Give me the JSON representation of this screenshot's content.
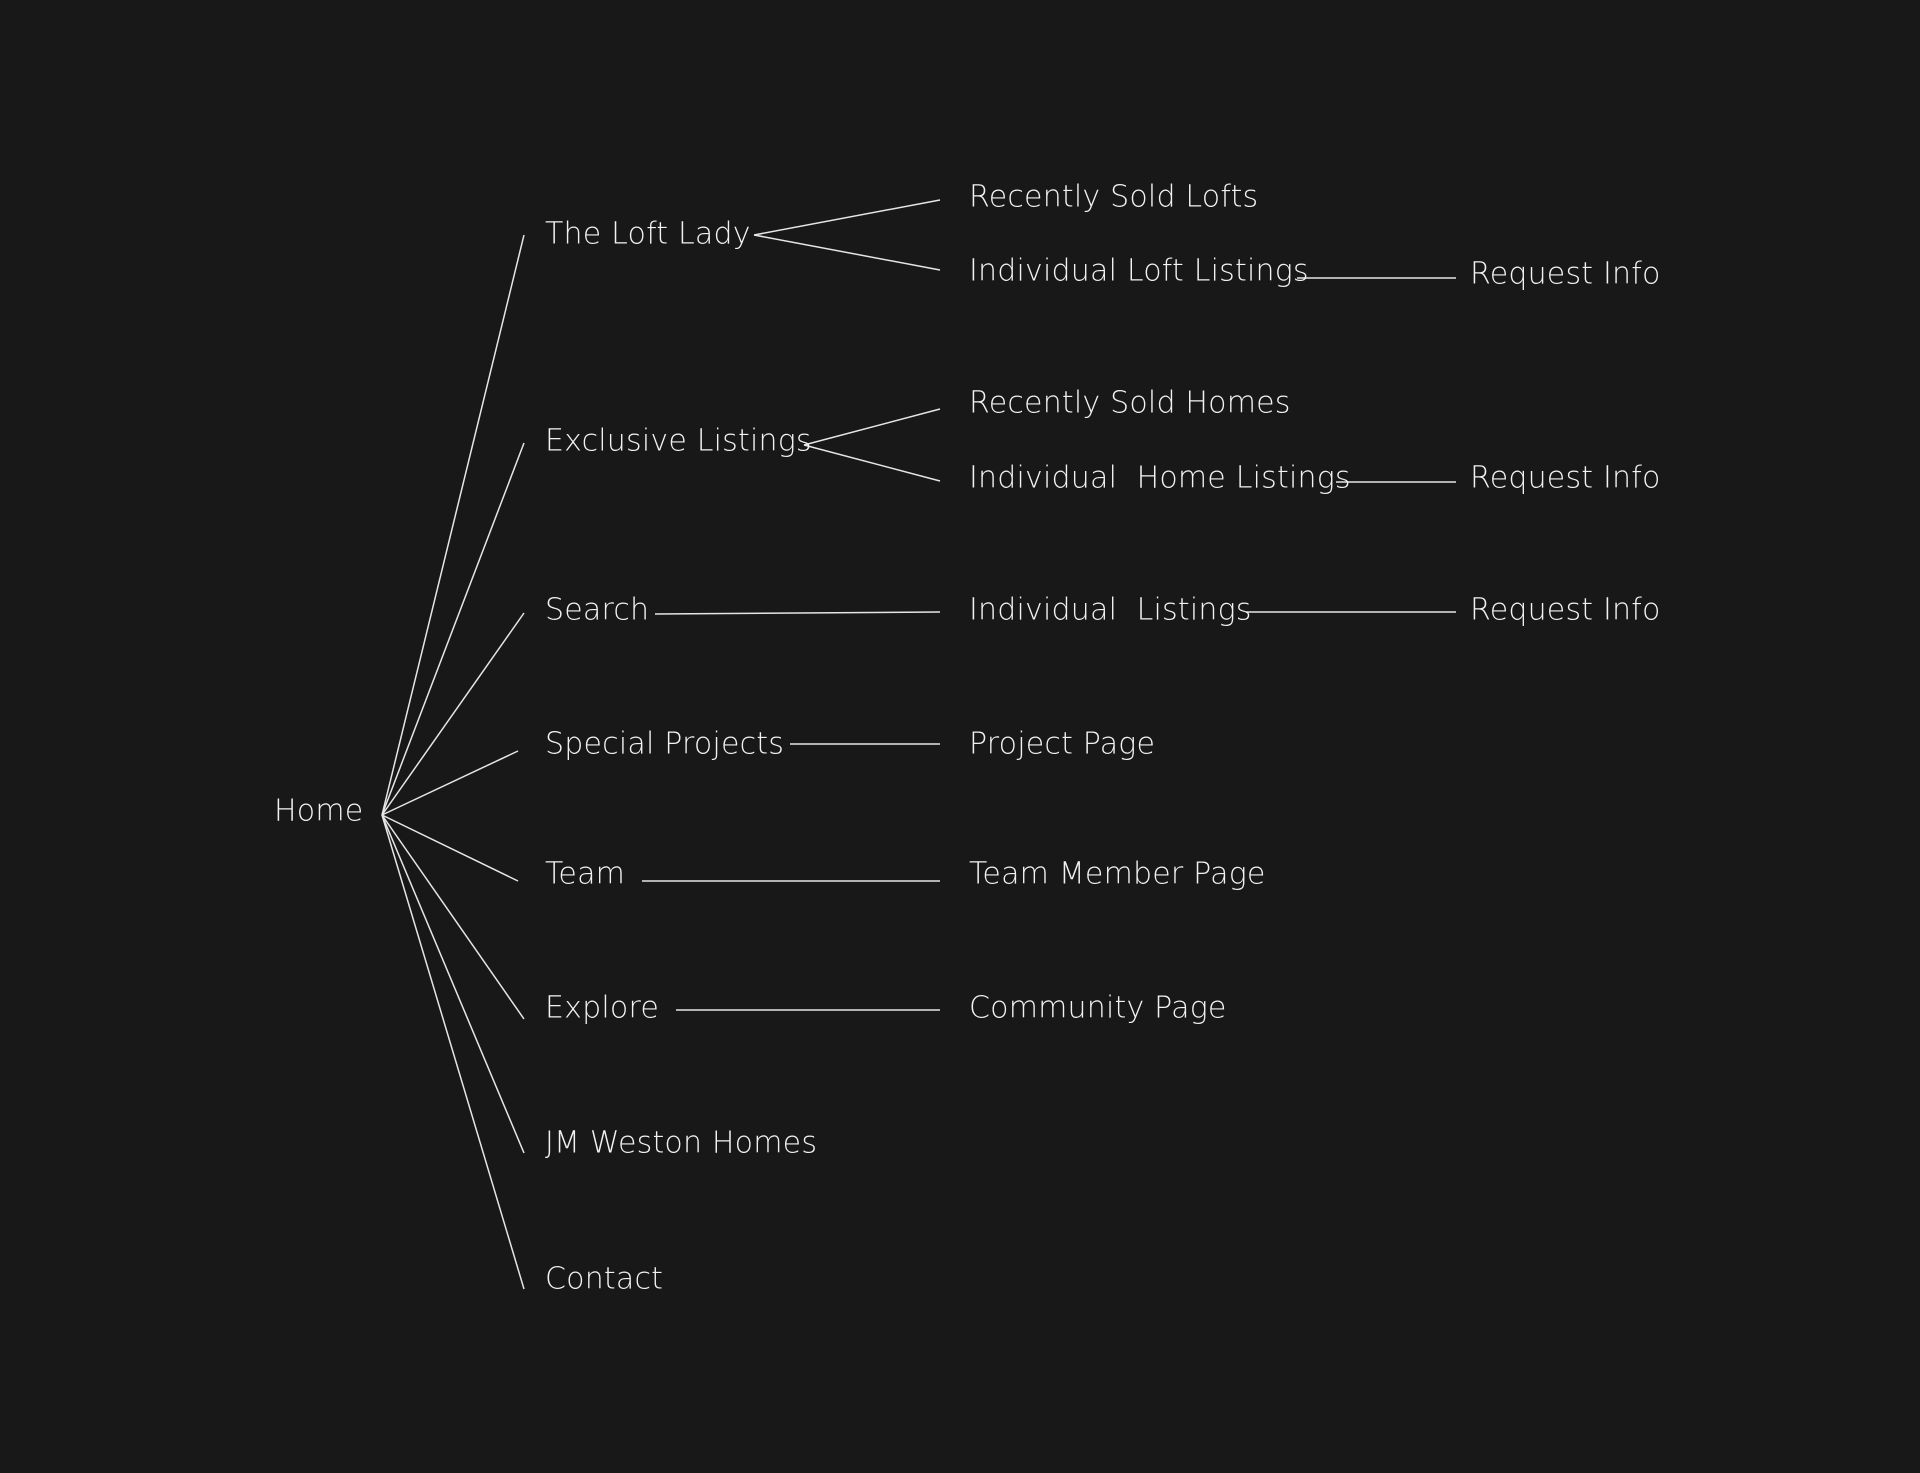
{
  "sitemap": {
    "root": "Home",
    "sections": {
      "loft_lady": {
        "label": "The Loft Lady",
        "children": {
          "recently_sold_lofts": "Recently Sold Lofts",
          "individual_loft_listings": "Individual Loft Listings",
          "request_info": "Request Info"
        }
      },
      "exclusive_listings": {
        "label": "Exclusive Listings",
        "children": {
          "recently_sold_homes": "Recently Sold Homes",
          "individual_home_listings": "Individual  Home Listings",
          "request_info": "Request Info"
        }
      },
      "search": {
        "label": "Search",
        "children": {
          "individual_listings": "Individual  Listings",
          "request_info": "Request Info"
        }
      },
      "special_projects": {
        "label": "Special Projects",
        "children": {
          "project_page": "Project Page"
        }
      },
      "team": {
        "label": "Team",
        "children": {
          "team_member_page": "Team Member Page"
        }
      },
      "explore": {
        "label": "Explore",
        "children": {
          "community_page": "Community Page"
        }
      },
      "jm_weston_homes": {
        "label": "JM Weston Homes"
      },
      "contact": {
        "label": "Contact"
      }
    }
  }
}
